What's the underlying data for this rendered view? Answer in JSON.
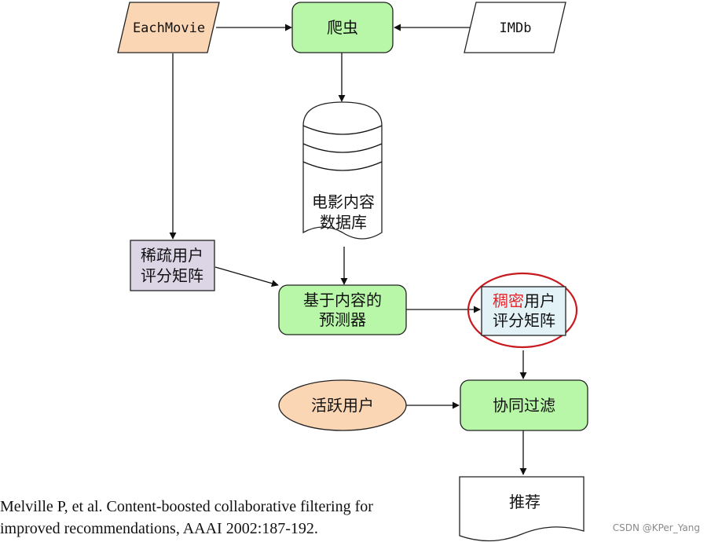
{
  "nodes": {
    "eachmovie": "EachMovie",
    "crawler": "爬虫",
    "imdb": "IMDb",
    "movie_db": [
      "电影内容",
      "数据库"
    ],
    "sparse_matrix": [
      "稀疏用户",
      "评分矩阵"
    ],
    "content_predictor": [
      "基于内容的",
      "预测器"
    ],
    "dense_matrix": {
      "highlight": "稠密",
      "rest": "用户",
      "line2": "评分矩阵"
    },
    "active_user": "活跃用户",
    "collab_filter": "协同过滤",
    "recommend": "推荐"
  },
  "colors": {
    "source_fill": "#fbd6b5",
    "process_fill": "#b8f7a8",
    "sparse_fill": "#dcd5e6",
    "dense_fill": "#e3f2f7",
    "highlight_text": "#e3262b",
    "highlight_ring": "#c8191f"
  },
  "citation": {
    "line1": "Melville P, et al. Content-boosted collaborative filtering for",
    "line2": "improved recommendations, AAAI 2002:187-192."
  },
  "watermark": "CSDN @KPer_Yang"
}
